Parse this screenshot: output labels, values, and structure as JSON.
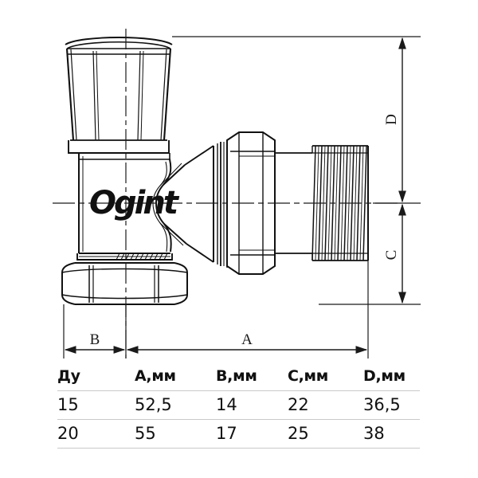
{
  "drawing": {
    "type": "technical-drawing",
    "subject": "angle radiator valve",
    "brand_logo": "Ogint",
    "dimension_labels": {
      "A": "A",
      "B": "B",
      "C": "C",
      "D": "D"
    },
    "parts": {
      "handle_knob": "handle-knob",
      "valve_body": "valve-body",
      "bottom_hex_nut": "bottom-hex-nut",
      "union_hex_nut": "union-hex-nut",
      "male_thread": "male-thread",
      "center_axis_vertical": "vertical-centerline",
      "center_axis_horizontal": "horizontal-centerline"
    },
    "line_color": "#111111",
    "dimension_color": "#1a1a1a"
  },
  "table": {
    "headers": [
      "Ду",
      "А,мм",
      "В,мм",
      "С,мм",
      "D,мм"
    ],
    "rows": [
      [
        "15",
        "52,5",
        "14",
        "22",
        "36,5"
      ],
      [
        "20",
        "55",
        "17",
        "25",
        "38"
      ]
    ]
  }
}
